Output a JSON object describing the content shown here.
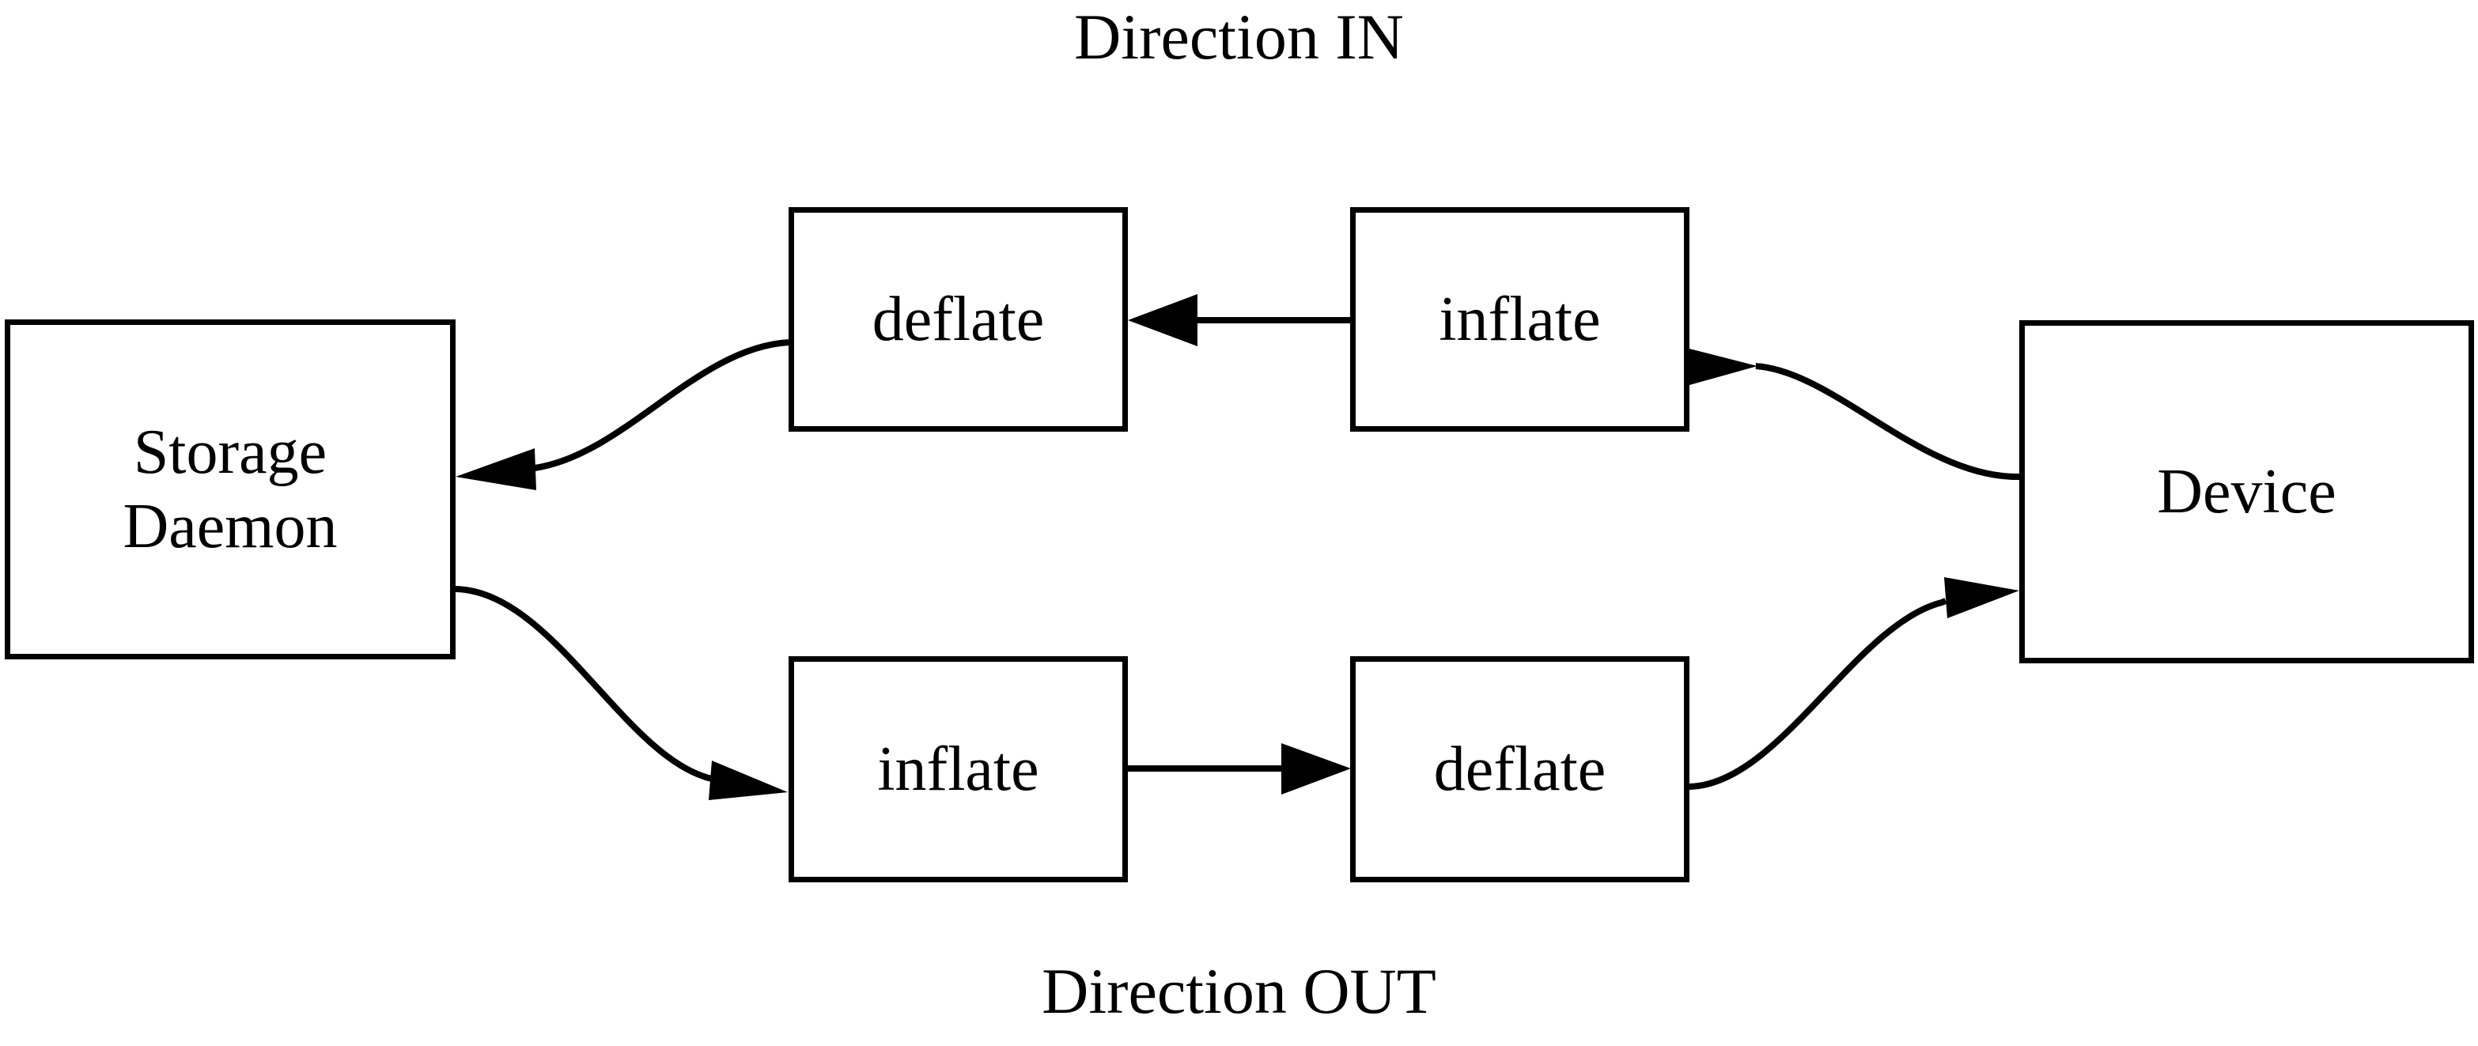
{
  "diagram": {
    "title_top": "Direction IN",
    "title_bottom": "Direction OUT",
    "stroke_color": "#000000",
    "background_color": "#ffffff",
    "nodes": [
      {
        "id": "storage-daemon",
        "label_line1": "Storage",
        "label_line2": "Daemon"
      },
      {
        "id": "deflate-in",
        "label": "deflate"
      },
      {
        "id": "inflate-in",
        "label": "inflate"
      },
      {
        "id": "device",
        "label": "Device"
      },
      {
        "id": "inflate-out",
        "label": "inflate"
      },
      {
        "id": "deflate-out",
        "label": "deflate"
      }
    ],
    "edges": [
      {
        "id": "device-to-inflate-in",
        "from": "device",
        "to": "inflate-in",
        "style": "curved",
        "direction": "right-to-left"
      },
      {
        "id": "inflate-in-to-deflate-in",
        "from": "inflate-in",
        "to": "deflate-in",
        "style": "straight",
        "direction": "right-to-left"
      },
      {
        "id": "deflate-in-to-storage",
        "from": "deflate-in",
        "to": "storage-daemon",
        "style": "curved",
        "direction": "right-to-left"
      },
      {
        "id": "storage-to-inflate-out",
        "from": "storage-daemon",
        "to": "inflate-out",
        "style": "curved",
        "direction": "left-to-right"
      },
      {
        "id": "inflate-out-to-deflate-out",
        "from": "inflate-out",
        "to": "deflate-out",
        "style": "straight",
        "direction": "left-to-right"
      },
      {
        "id": "deflate-out-to-device",
        "from": "deflate-out",
        "to": "device",
        "style": "curved",
        "direction": "left-to-right"
      }
    ]
  }
}
